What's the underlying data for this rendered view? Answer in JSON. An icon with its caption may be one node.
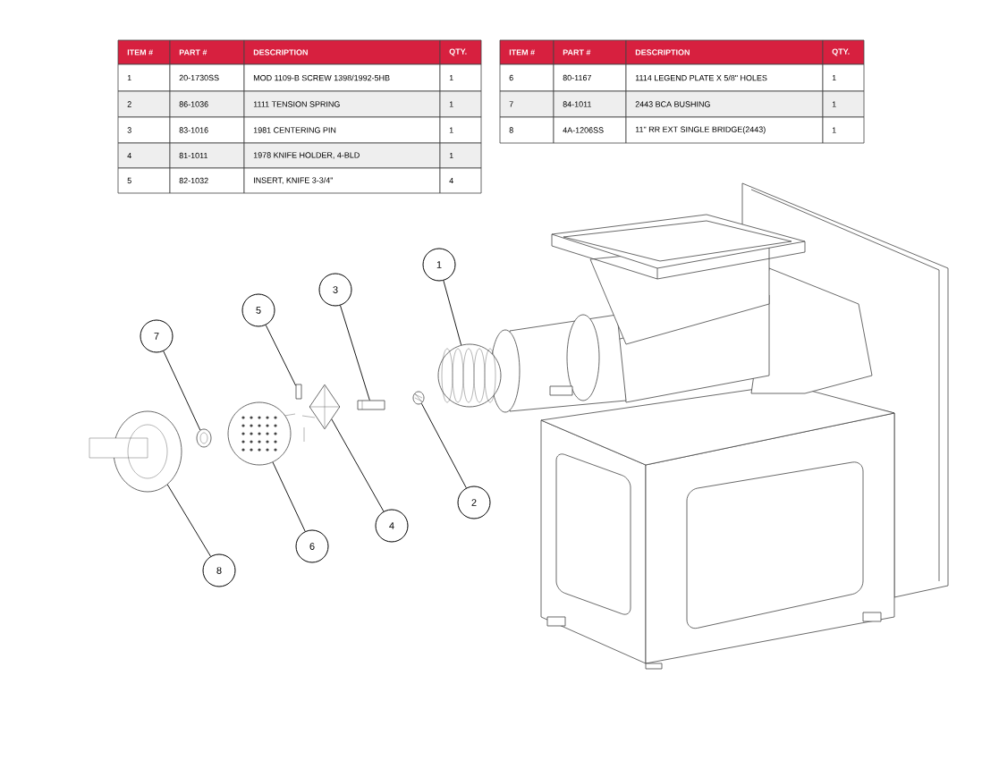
{
  "diagram": {
    "nodes": [
      {
        "text": [
          "1"
        ]
      },
      {
        "text": [
          "2"
        ]
      },
      {
        "text": [
          "3"
        ]
      },
      {
        "text": [
          "4"
        ]
      },
      {
        "text": [
          "5"
        ]
      },
      {
        "text": [
          "6"
        ]
      },
      {
        "text": [
          "7"
        ]
      },
      {
        "text": [
          "8"
        ]
      },
      {
        "text": [],
        "shape": "picture"
      },
      {
        "text": [],
        "shape": "picture"
      },
      {
        "text": [],
        "shape": "picture"
      },
      {
        "text": [],
        "shape": "picture"
      },
      {
        "text": [],
        "shape": "picture"
      },
      {
        "text": [],
        "shape": "picture"
      },
      {
        "text": [],
        "shape": "picture"
      },
      {
        "text": [],
        "shape": "picture"
      }
    ],
    "edges": [
      {
        "from": 0,
        "to": 8,
        "arrow": "none"
      },
      {
        "from": 1,
        "to": 9,
        "arrow": "none"
      },
      {
        "from": 2,
        "to": 10,
        "arrow": "none"
      },
      {
        "from": 3,
        "to": 11,
        "arrow": "none"
      },
      {
        "from": 4,
        "to": 12,
        "arrow": "none"
      },
      {
        "from": 5,
        "to": 13,
        "arrow": "none"
      },
      {
        "from": 6,
        "to": 14,
        "arrow": "none"
      },
      {
        "from": 7,
        "to": 15,
        "arrow": "none"
      }
    ],
    "labels": [
      "ITEM #",
      "PART #",
      "DESCRIPTION",
      "QTY.",
      "1",
      "20-1730SS",
      "MOD 1109-B SCREW 1398/1992-5HB",
      "1",
      "2",
      "86-1036",
      "1111 TENSION SPRING",
      "1",
      "3",
      "83-1016",
      "1981 CENTERING PIN",
      "1",
      "4",
      "81-1011",
      "1978 KNIFE HOLDER, 4-BLD",
      "1",
      "5",
      "82-1032",
      "INSERT, KNIFE 3-3/4\"",
      "4",
      "ITEM #",
      "PART #",
      "DESCRIPTION",
      "QTY.",
      "6",
      "80-1167",
      "1114 LEGEND PLATE X 5/8\" HOLES",
      "1",
      "7",
      "84-1011",
      "2443 BCA BUSHING",
      "1",
      "8",
      "4A-1206SS",
      "11\" RR EXT SINGLE BRIDGE(2443)",
      "1"
    ]
  }
}
